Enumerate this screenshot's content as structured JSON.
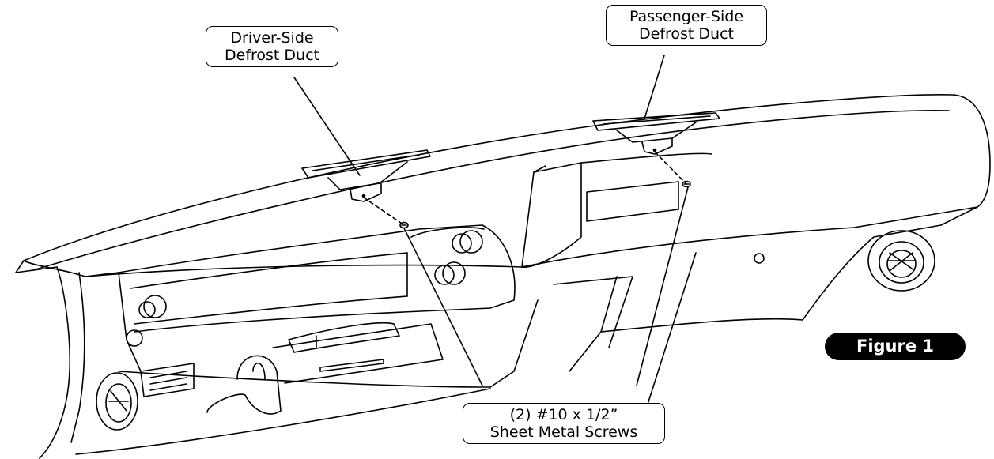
{
  "labels": {
    "driver_duct": [
      "Driver-Side",
      "Defrost Duct"
    ],
    "passenger_duct": [
      "Passenger-Side",
      "Defrost Duct"
    ],
    "screws": [
      "(2) #10 x 1/2”",
      "Sheet Metal Screws"
    ]
  },
  "figure_badge": "Figure 1",
  "colors": {
    "line": "#000000",
    "badge_bg": "#000000",
    "badge_text": "#ffffff"
  }
}
